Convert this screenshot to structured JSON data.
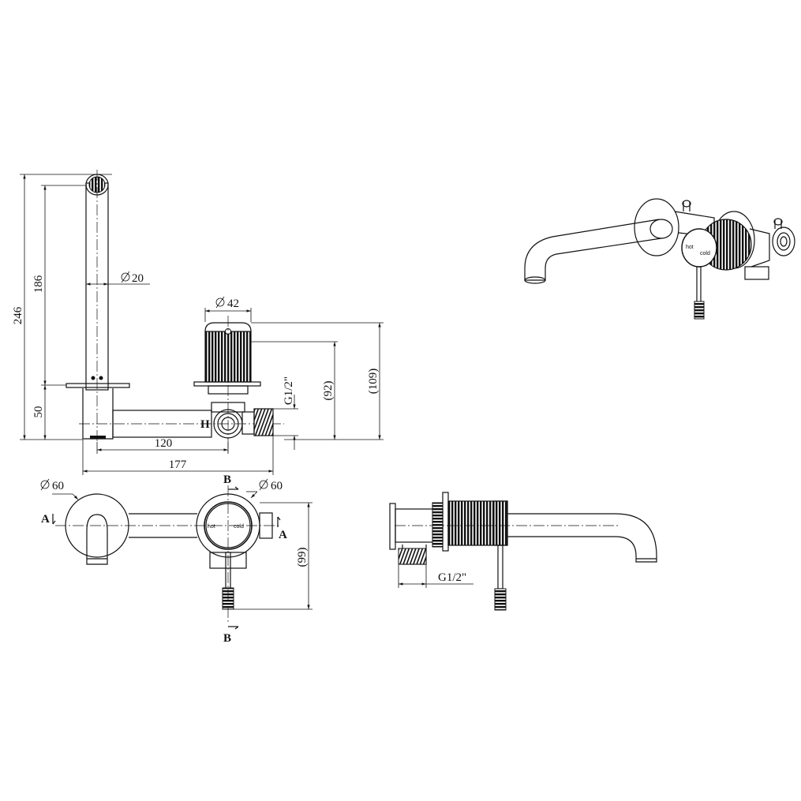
{
  "dimensions": {
    "overall_height": "246",
    "spout_height": "186",
    "base_height": "50",
    "spout_diameter": "20",
    "handle_diameter": "42",
    "handle_height": "(92)",
    "body_height": "(109)",
    "thread_size": "G1/2\"",
    "spout_offset": "120",
    "overall_length": "177",
    "plate_diameter_left": "60",
    "plate_diameter_right": "60",
    "front_depth": "(99)",
    "side_thread_size": "G1/2\""
  },
  "section_markers": {
    "a_left": "A",
    "a_right": "A",
    "b_top": "B",
    "b_bottom": "B"
  },
  "labels": {
    "hot_letter": "H",
    "hot_label": "hot",
    "cold_label": "cold",
    "iso_hot": "hot",
    "iso_cold": "cold"
  },
  "colors": {
    "line": "#111111",
    "background": "#ffffff"
  }
}
